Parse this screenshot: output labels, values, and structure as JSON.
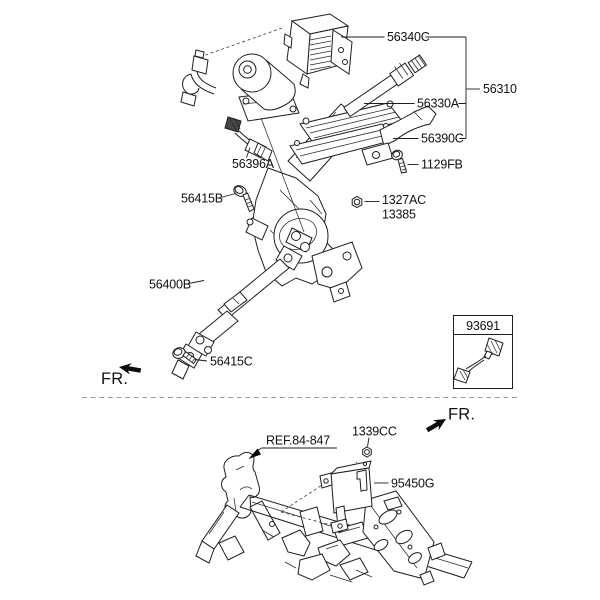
{
  "colors": {
    "background": "#ffffff",
    "line": "#1e1e1e",
    "separator": "#9a9a9a",
    "label_text": "#111111"
  },
  "top_section": {
    "part_labels": {
      "p56340C": "56340C",
      "p56310": "56310",
      "p56330A": "56330A",
      "p56390C": "56390C",
      "p1129FB": "1129FB",
      "p1327AC": "1327AC",
      "p13385": "13385",
      "p56396A": "56396A",
      "p56415B": "56415B",
      "p56400B": "56400B",
      "p56415C": "56415C"
    },
    "fr_label": "FR.",
    "inset_box_label": "93691"
  },
  "bottom_section": {
    "ref_label": "REF.84-847",
    "part_labels": {
      "p1339CC": "1339CC",
      "p95450G": "95450G"
    },
    "fr_label": "FR."
  }
}
